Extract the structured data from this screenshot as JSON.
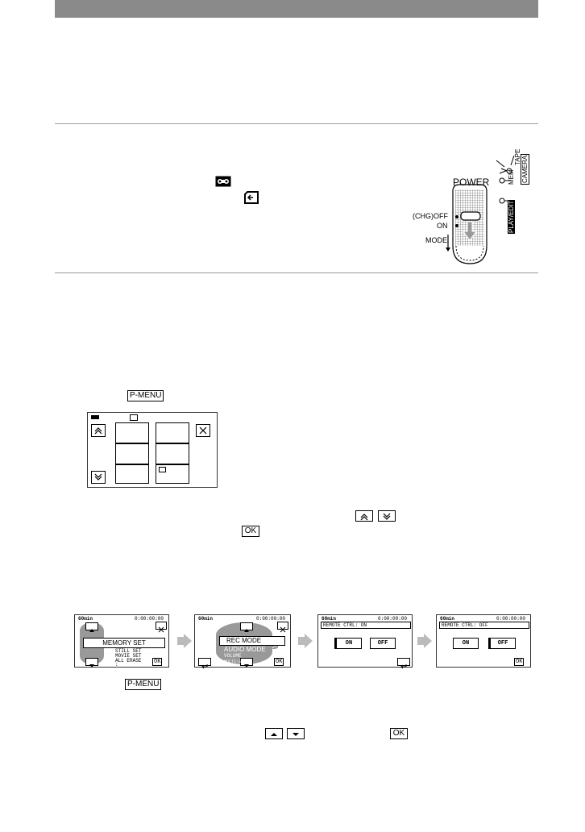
{
  "power_switch": {
    "title": "POWER",
    "off_label": "(CHG)OFF",
    "on_label": "ON",
    "mode_label": "MODE",
    "lamp_tape": "TAPE",
    "lamp_mem": "MEM",
    "lamp_camera": "CAMERA",
    "lamp_playedit": "PLAY/EDIT"
  },
  "buttons": {
    "pmenu": "P-MENU",
    "ok": "OK"
  },
  "screen1": {
    "counter": "60min",
    "timecode": "0:00:00:00",
    "highlight": "MEMORY SET",
    "items": [
      "STILL SET",
      "MOVIE SET",
      "ALL ERASE",
      ":"
    ]
  },
  "screen2": {
    "counter": "60min",
    "timecode": "0:00:00:00",
    "highlight": "REC MODE",
    "items": [
      "AUDIO MODE",
      "VOLUME",
      "MULTI-SOUND"
    ],
    "badge": "SP"
  },
  "screen3": {
    "counter": "60min",
    "timecode": "0:00:00:00",
    "header": "REMOTE CTRL: ON",
    "on": "ON",
    "off": "OFF"
  },
  "screen4": {
    "counter": "60min",
    "timecode": "0:00:00:00",
    "header": "REMOTE CTRL: OFF",
    "on": "ON",
    "off": "OFF"
  }
}
